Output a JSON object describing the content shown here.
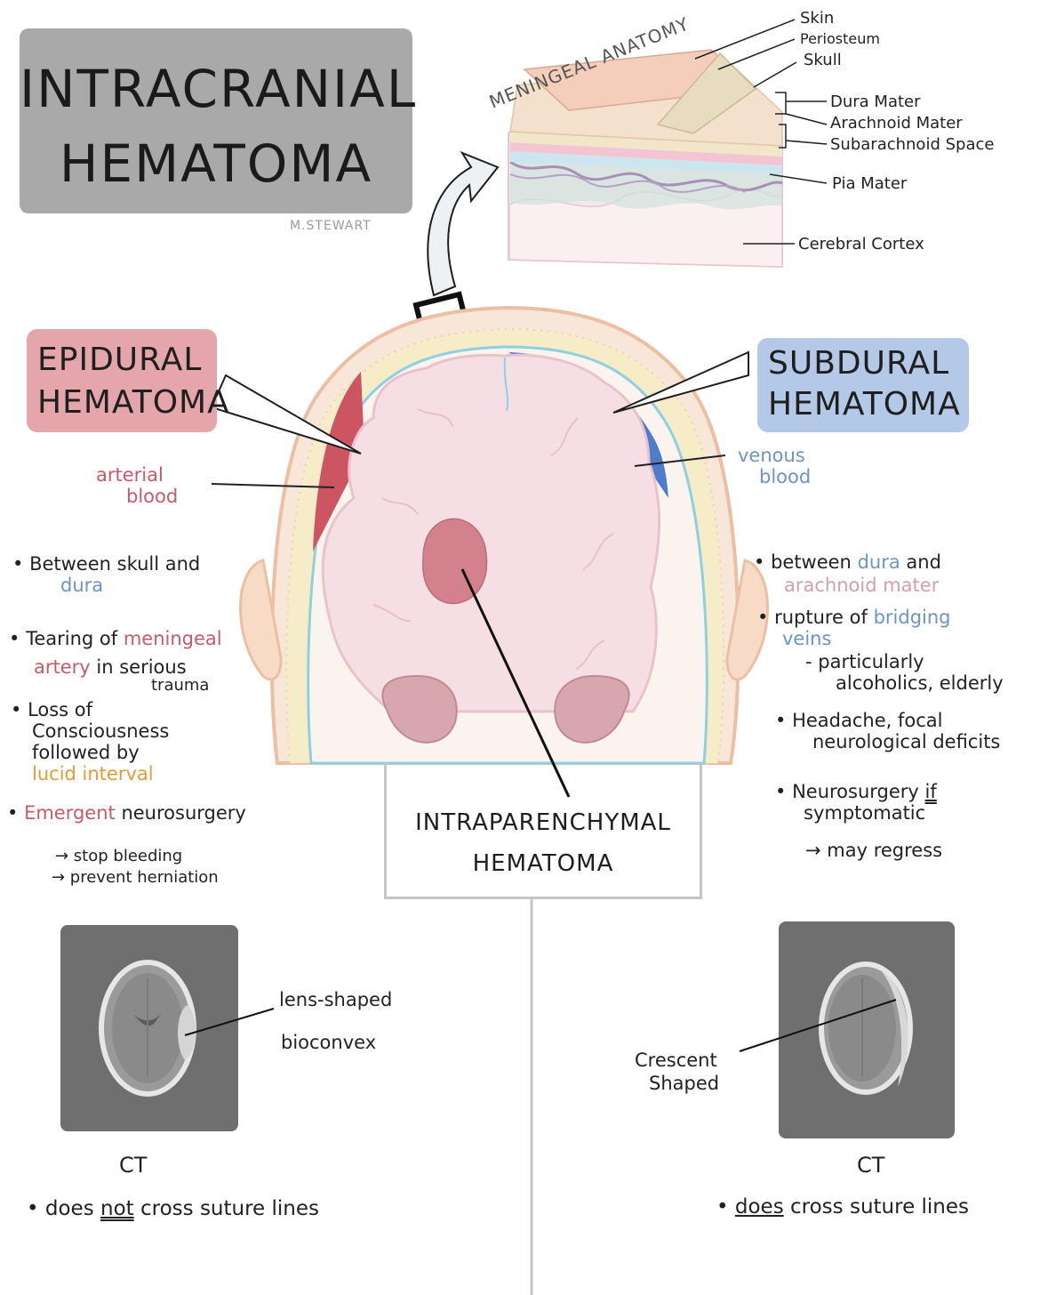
{
  "title": {
    "line1": "INTRACRANIAL",
    "line2": "HEMATOMA"
  },
  "author": "M.STEWART",
  "meningeal": {
    "heading": "MENINGEAL ANATOMY",
    "layers": {
      "skin": "Skin",
      "periosteum": "Periosteum",
      "skull": "Skull",
      "dura": "Dura Mater",
      "arachnoid": "Arachnoid Mater",
      "subarachnoid": "Subarachnoid Space",
      "pia": "Pia Mater",
      "cortex": "Cerebral Cortex"
    }
  },
  "epidural": {
    "label1": "EPIDURAL",
    "label2": "HEMATOMA",
    "blood1": "arterial",
    "blood2": "blood",
    "b1_a": "Between skull and",
    "b1_b": "dura",
    "b2_a": "Tearing of",
    "b2_b": "meningeal",
    "b2_c": "artery",
    "b2_d": "in serious",
    "b2_e": "trauma",
    "b3_a": "Loss of",
    "b3_b": "Consciousness",
    "b3_c": "followed by",
    "b3_d": "lucid interval",
    "b4_a": "Emergent",
    "b4_b": "neurosurgery",
    "b4_c": "→ stop bleeding",
    "b4_d": "→ prevent herniation",
    "ct_note1": "lens-shaped",
    "ct_note2": "bioconvex",
    "ct_label": "CT",
    "suture_a": "does",
    "suture_b": "not",
    "suture_c": "cross suture lines"
  },
  "subdural": {
    "label1": "SUBDURAL",
    "label2": "HEMATOMA",
    "blood1": "venous",
    "blood2": "blood",
    "b1_a": "between",
    "b1_b": "dura",
    "b1_c": "and",
    "b1_d": "arachnoid mater",
    "b2_a": "rupture of",
    "b2_b": "bridging",
    "b2_c": "veins",
    "b2_d": "- particularly",
    "b2_e": "alcoholics, elderly",
    "b3_a": "Headache, focal",
    "b3_b": "neurological deficits",
    "b4_a": "Neurosurgery",
    "b4_b": "if",
    "b4_c": "symptomatic",
    "b4_d": "→ may regress",
    "ct_note1": "Crescent",
    "ct_note2": "Shaped",
    "ct_label": "CT",
    "suture_a": "does",
    "suture_b": "cross suture lines"
  },
  "intraparenchymal": {
    "line1": "INTRAPARENCHYMAL",
    "line2": "HEMATOMA"
  },
  "colors": {
    "arterial": "#c75b68",
    "venous": "#6d93c9",
    "title_box": "#a9a9a9",
    "epidural_box": "#e4a6aa",
    "subdural_box": "#b4c8e8"
  }
}
